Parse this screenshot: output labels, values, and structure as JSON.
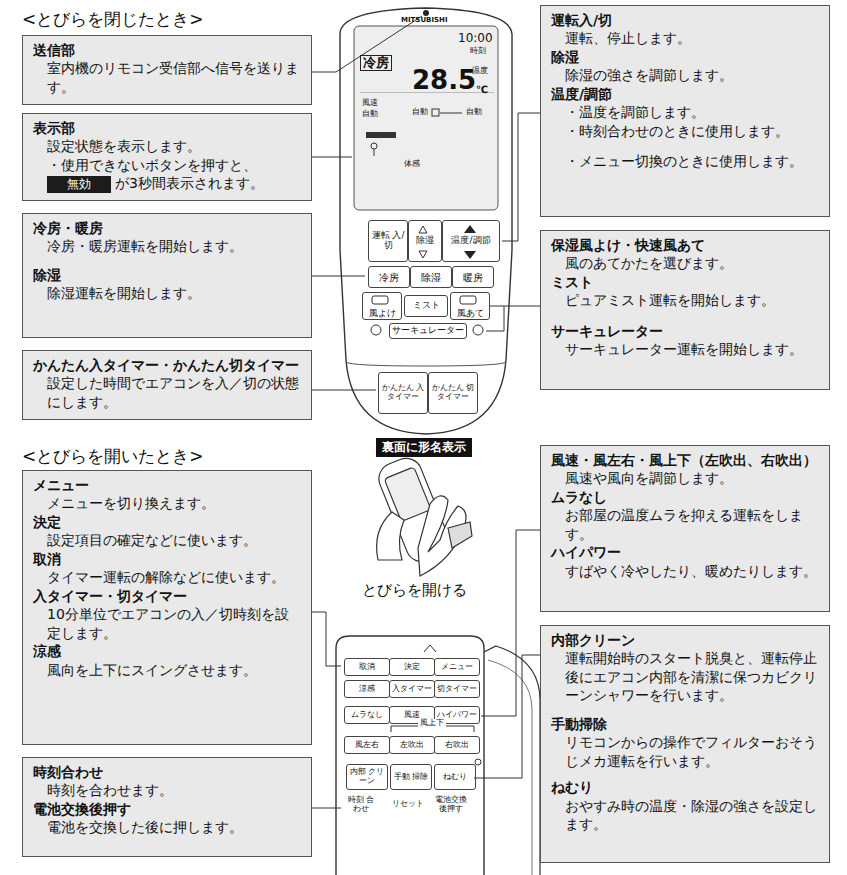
{
  "diagram": {
    "nodes": [
      {
        "text": [
          "送信部",
          "室内機のリモコン受信部へ信号を送ります。"
        ]
      },
      {
        "text": [
          "表示部",
          "設定状態を表示します。",
          "・使用できないボタンを押すと、",
          "無効",
          "が3秒間表示されます。"
        ]
      },
      {
        "text": [
          "冷房・暖房",
          "冷房・暖房運転を開始します。",
          "除湿",
          "除湿運転を開始します。"
        ]
      },
      {
        "text": [
          "かんたん入タイマー・かんたん切タイマー",
          "設定した時間でエアコンを入／切の状態にします。"
        ]
      },
      {
        "text": [
          "運転入/切",
          "運転、停止します。",
          "除湿",
          "除湿の強さを調節します。",
          "温度/調節",
          "・温度を調節します。",
          "・時刻合わせのときに使用します。",
          "・メニュー切換のときに使用します。"
        ]
      },
      {
        "text": [
          "保湿風よけ・快速風あて",
          "風のあてかたを選びます。",
          "ミスト",
          "ピュアミスト運転を開始します。",
          "サーキュレーター",
          "サーキュレーター運転を開始します。"
        ]
      },
      {
        "text": [
          "メニュー",
          "メニューを切り換えます。",
          "決定",
          "設定項目の確定などに使います。",
          "取消",
          "タイマー運転の解除などに使います。",
          "入タイマー・切タイマー",
          "10分単位でエアコンの入／切時刻を設定します。",
          "涼感",
          "風向を上下にスイングさせます。"
        ]
      },
      {
        "text": [
          "時刻合わせ",
          "時刻を合わせます。",
          "電池交換後押す",
          "電池を交換した後に押します。"
        ]
      },
      {
        "text": [
          "風速・風左右・風上下（左吹出、右吹出）",
          "風速や風向を調節します。",
          "ムラなし",
          "お部屋の温度ムラを抑える運転をします。",
          "ハイパワー",
          "すばやく冷やしたり、暖めたりします。"
        ]
      },
      {
        "text": [
          "内部クリーン",
          "運転開始時のスタート脱臭と、運転停止後にエアコン内部を清潔に保つカビクリーンシャワーを行います。",
          "手動掃除",
          "リモコンからの操作でフィルターおそうじメカ運転を行います。",
          "ねむり",
          "おやすみ時の温度・除湿の強さを設定します。"
        ]
      },
      {
        "text": [
          "裏面に形名表示"
        ]
      },
      {
        "text": [
          "運転 入/切"
        ]
      },
      {
        "text": [
          "除湿"
        ]
      },
      {
        "text": [
          "温度/調節"
        ]
      },
      {
        "text": [
          "冷房"
        ]
      },
      {
        "text": [
          "除湿"
        ]
      },
      {
        "text": [
          "暖房"
        ]
      },
      {
        "text": [
          "風よけ"
        ]
      },
      {
        "text": [
          "ミスト"
        ]
      },
      {
        "text": [
          "風あて"
        ]
      },
      {
        "text": [
          "サーキュレーター"
        ]
      },
      {
        "text": [
          "かんたん 入 タイマー"
        ]
      },
      {
        "text": [
          "かんたん 切 タイマー"
        ]
      },
      {
        "text": [
          "取消"
        ]
      },
      {
        "text": [
          "決定"
        ]
      },
      {
        "text": [
          "メニュー"
        ]
      },
      {
        "text": [
          "涼感"
        ]
      },
      {
        "text": [
          "入タイマー"
        ]
      },
      {
        "text": [
          "切タイマー"
        ]
      },
      {
        "text": [
          "ムラなし"
        ]
      },
      {
        "text": [
          "風速"
        ]
      },
      {
        "text": [
          "ハイパワー"
        ]
      },
      {
        "text": [
          "風左右"
        ]
      },
      {
        "text": [
          "左吹出"
        ]
      },
      {
        "text": [
          "右吹出"
        ]
      },
      {
        "text": [
          "内部 クリーン"
        ]
      },
      {
        "text": [
          "手動 掃除"
        ]
      },
      {
        "text": [
          "ねむり"
        ]
      }
    ],
    "labels": [
      "<とびらを閉じたとき>",
      "<とびらを開いたとき>",
      "とびらを開ける",
      "MITSUBISHI",
      "10:00",
      "時刻",
      "冷房",
      "温度",
      "28.5",
      "℃",
      "風速",
      "自動",
      "自動",
      "自動",
      "体感",
      "風上下",
      "時刻 合わせ",
      "リセット",
      "電池交換 後押す"
    ]
  }
}
